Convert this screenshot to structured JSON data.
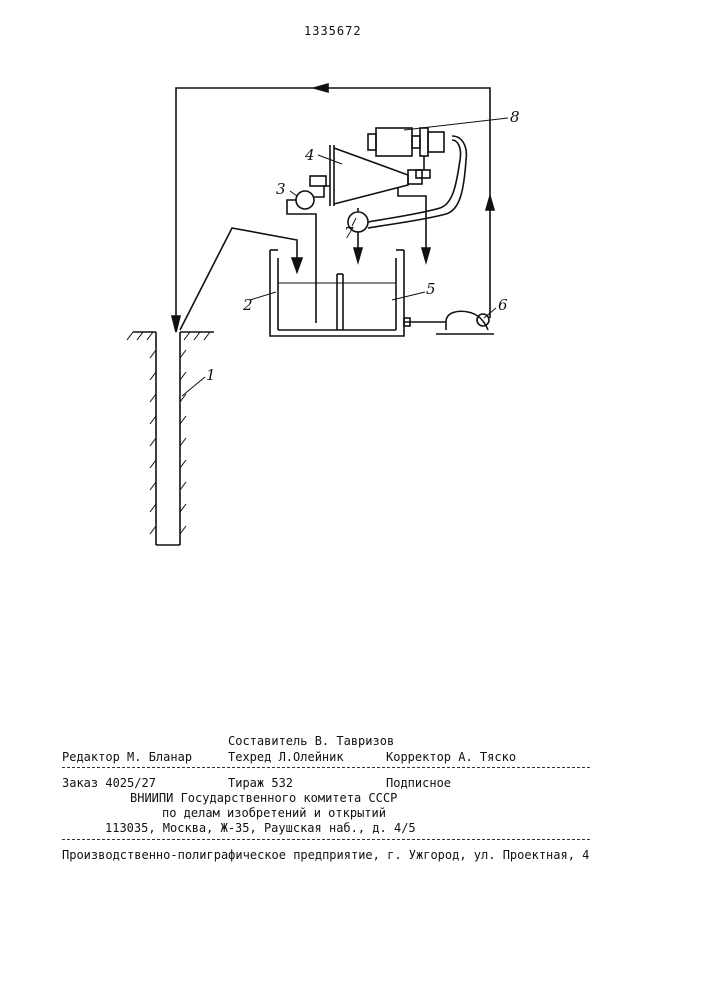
{
  "header": {
    "patent_number": "1335672"
  },
  "figure": {
    "labels": {
      "l1": "1",
      "l2": "2",
      "l3": "3",
      "l4": "4",
      "l5": "5",
      "l6": "6",
      "l7": "7",
      "l8": "8"
    }
  },
  "colophon": {
    "compiler": "Составитель В. Тавризов",
    "editor": "Редактор М. Бланар",
    "techred": "Техред Л.Олейник",
    "corrector": "Корректор А. Тяско",
    "order": "Заказ 4025/27",
    "circulation": "Тираж 532",
    "subscription": "Подписное",
    "org_line1": "ВНИИПИ Государственного комитета СССР",
    "org_line2": "по делам изобретений и открытий",
    "address": "113035, Москва, Ж-35, Раушская наб., д. 4/5",
    "printer": "Производственно-полиграфическое предприятие, г. Ужгород, ул. Проектная, 4"
  }
}
